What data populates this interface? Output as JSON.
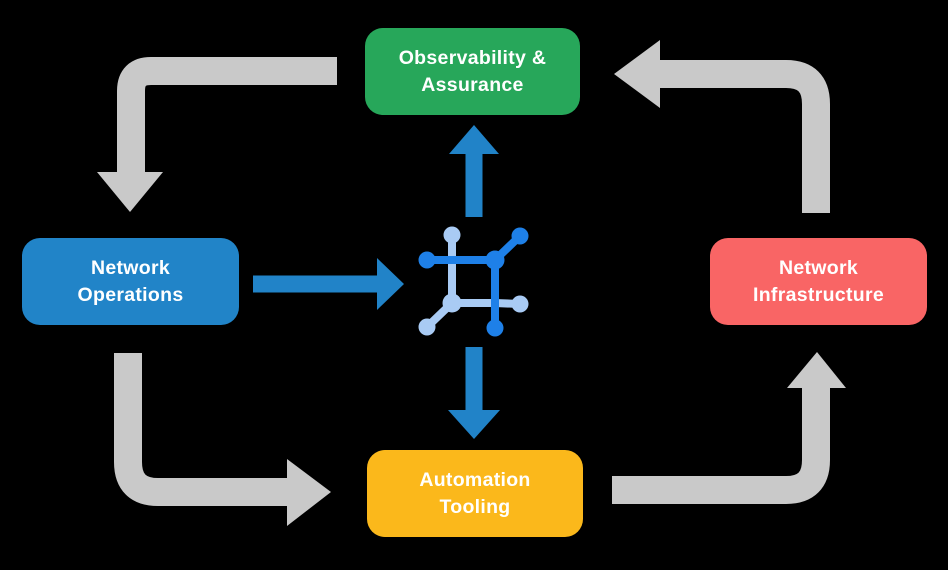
{
  "colors": {
    "background": "#000000",
    "node-green": "#27A75A",
    "node-blue": "#2184C8",
    "node-red": "#F96565",
    "node-yellow": "#FBB81B",
    "arrow-gray": "#C9C9C9",
    "arrow-blue": "#2183C8",
    "icon-blue": "#1E80E8",
    "icon-lightblue": "#A9CBF4",
    "text": "#FFFFFF"
  },
  "nodes": [
    {
      "id": "observability-assurance",
      "label": "Observability &\nAssurance",
      "color": "#27A75A"
    },
    {
      "id": "network-operations",
      "label": "Network\nOperations",
      "color": "#2184C8"
    },
    {
      "id": "network-infrastructure",
      "label": "Network\nInfrastructure",
      "color": "#F96565"
    },
    {
      "id": "automation-tooling",
      "label": "Automation\nTooling",
      "color": "#FBB81B"
    }
  ],
  "center_icon": {
    "name": "network-mesh-icon"
  },
  "flows": [
    {
      "from": "observability-assurance",
      "to": "network-operations",
      "style": "gray-elbow"
    },
    {
      "from": "network-operations",
      "to": "automation-tooling",
      "style": "gray-elbow"
    },
    {
      "from": "automation-tooling",
      "to": "network-infrastructure",
      "style": "gray-elbow"
    },
    {
      "from": "network-infrastructure",
      "to": "observability-assurance",
      "style": "gray-elbow"
    },
    {
      "from": "network-operations",
      "to": "center-icon",
      "style": "blue-straight"
    },
    {
      "from": "center-icon",
      "to": "observability-assurance",
      "style": "blue-straight"
    },
    {
      "from": "center-icon",
      "to": "automation-tooling",
      "style": "blue-straight"
    }
  ]
}
